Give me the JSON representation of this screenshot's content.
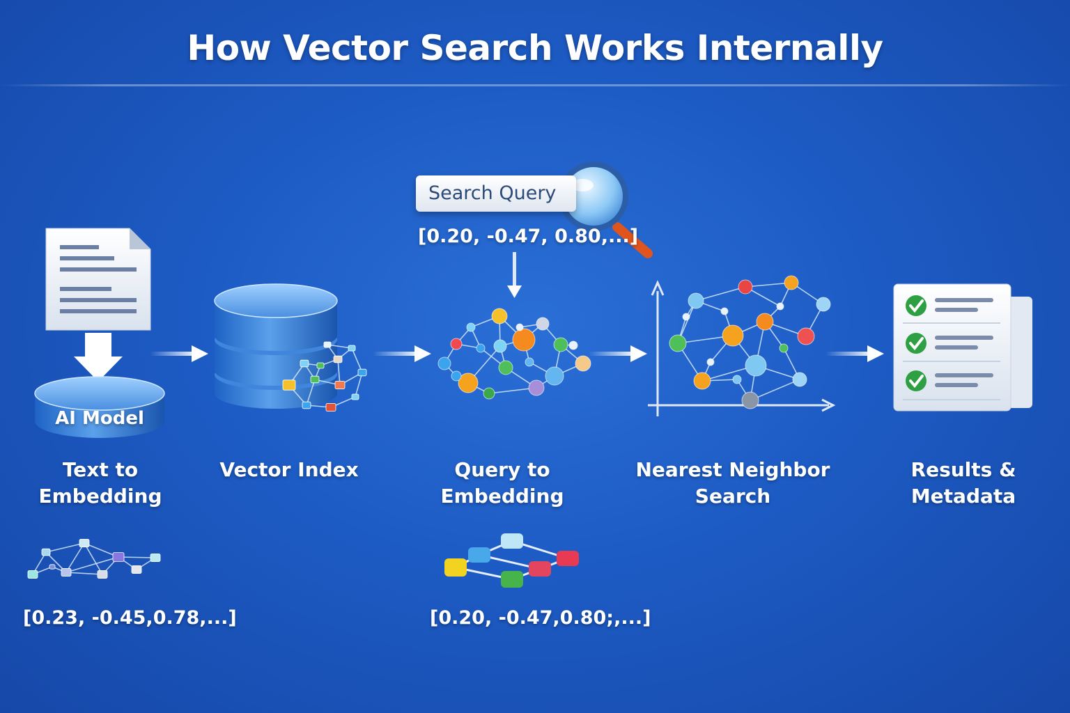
{
  "title": "How Vector Search Works Internally",
  "stages": [
    {
      "label": "Text to\nEmbedding",
      "icon": "document-to-ai-model-icon"
    },
    {
      "label": "Vector Index",
      "icon": "database-icon"
    },
    {
      "label": "Query to\nEmbedding",
      "icon": "vector-network-icon"
    },
    {
      "label": "Nearest Neighbor\nSearch",
      "icon": "nearest-neighbor-graph-icon"
    },
    {
      "label": "Results &\nMetadata",
      "icon": "results-checklist-icon"
    }
  ],
  "ai_model_label": "AI Model",
  "search_query_label": "Search Query",
  "query_vector_top": "[0.20, -0.47, 0.80,...]",
  "text_vector": "[0.23, -0.45,0.78,...]",
  "query_vector_bottom": "[0.20, -0.47,0.80;,...]",
  "colors": {
    "background": "#1d5bc4",
    "accent_orange": "#f58a1f",
    "check_green": "#2ea043",
    "text": "#ffffff"
  }
}
